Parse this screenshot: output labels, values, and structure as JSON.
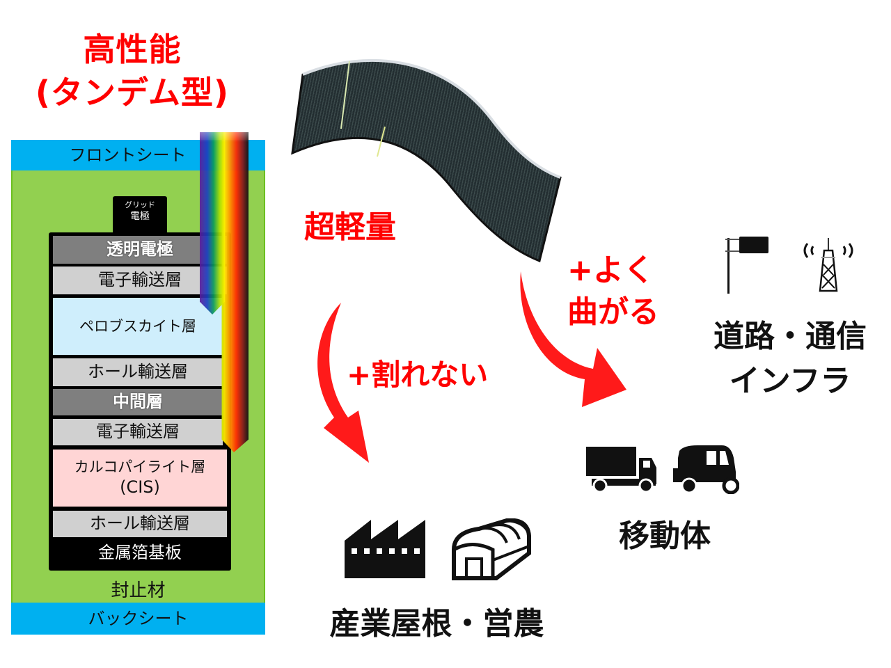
{
  "title": {
    "line1": "高性能",
    "line2": "(タンデム型)"
  },
  "stack": {
    "front_sheet": "フロントシート",
    "grid_electrode": {
      "line1": "グリッド",
      "line2": "電極"
    },
    "layers": [
      {
        "label": "透明電極",
        "style": "dark"
      },
      {
        "label": "電子輸送層",
        "style": "gray"
      },
      {
        "label": "ペロブスカイト層",
        "style": "blue"
      },
      {
        "label": "ホール輸送層",
        "style": "gray"
      },
      {
        "label": "中間層",
        "style": "dark"
      },
      {
        "label": "電子輸送層",
        "style": "gray"
      },
      {
        "label": "カルコパイライト層",
        "sublabel": "(CIS)",
        "style": "pink"
      },
      {
        "label": "ホール輸送層",
        "style": "gray"
      },
      {
        "label": "金属箔基板",
        "style": "foil"
      }
    ],
    "encapsulant": "封止材",
    "back_sheet": "バックシート"
  },
  "features": {
    "lightweight": "超軽量",
    "unbreakable": "+割れない",
    "flexible_line1": "+よく",
    "flexible_line2": "曲がる"
  },
  "applications": {
    "infrastructure": {
      "line1": "道路・通信",
      "line2": "インフラ",
      "icons": [
        "road-sign-icon",
        "radio-tower-icon"
      ]
    },
    "mobility": {
      "label": "移動体",
      "icons": [
        "truck-icon",
        "tuk-tuk-icon"
      ]
    },
    "industrial": {
      "label": "産業屋根・営農",
      "icons": [
        "factory-icon",
        "greenhouse-icon"
      ]
    }
  },
  "colors": {
    "accent_red": "#ff0000",
    "sheet_blue": "#00b0f0",
    "encapsulant_green": "#92d050",
    "perovskite_blue": "#cfeefc",
    "cis_pink": "#ffd5d5"
  }
}
